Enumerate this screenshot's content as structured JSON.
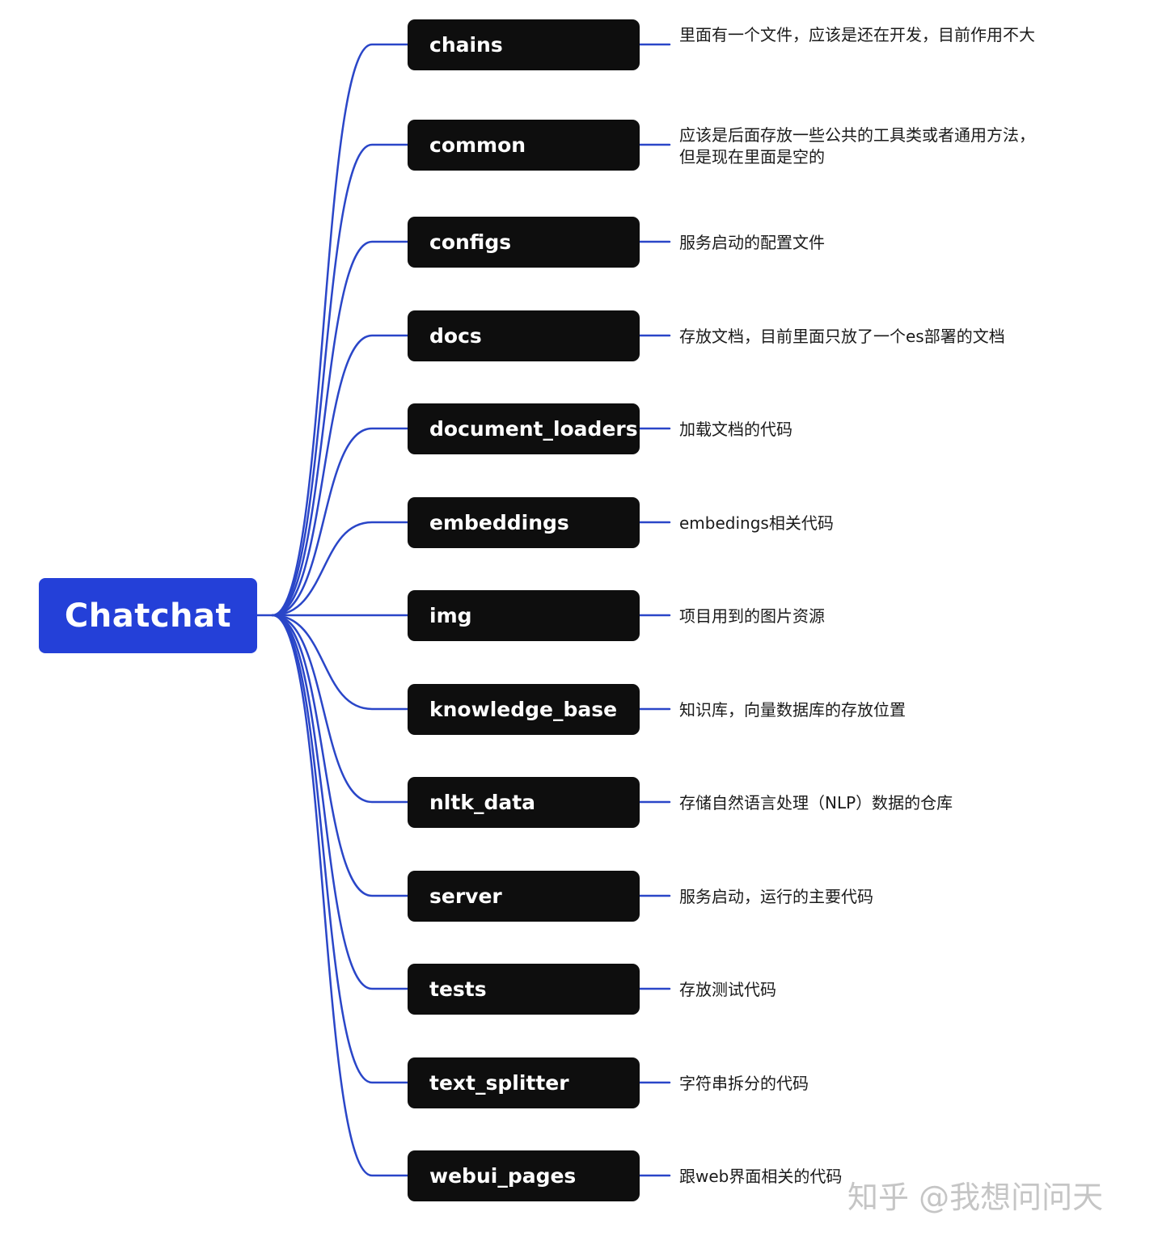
{
  "colors": {
    "root_bg": "#2440d8",
    "node_bg": "#0e0e0e",
    "link": "#2a46c8"
  },
  "root": {
    "label": "Chatchat"
  },
  "children": [
    {
      "label": "chains",
      "desc": "里面有一个文件，应该是还在开发，目前作用不大"
    },
    {
      "label": "common",
      "desc": "应该是后面存放一些公共的工具类或者通用方法，但是现在里面是空的"
    },
    {
      "label": "configs",
      "desc": "服务启动的配置文件"
    },
    {
      "label": "docs",
      "desc": "存放文档，目前里面只放了一个es部署的文档"
    },
    {
      "label": "document_loaders",
      "desc": "加载文档的代码"
    },
    {
      "label": "embeddings",
      "desc": "embedings相关代码"
    },
    {
      "label": "img",
      "desc": "项目用到的图片资源"
    },
    {
      "label": "knowledge_base",
      "desc": "知识库，向量数据库的存放位置"
    },
    {
      "label": "nltk_data",
      "desc": "存储自然语言处理（NLP）数据的仓库"
    },
    {
      "label": "server",
      "desc": "服务启动，运行的主要代码"
    },
    {
      "label": "tests",
      "desc": "存放测试代码"
    },
    {
      "label": "text_splitter",
      "desc": "字符串拆分的代码"
    },
    {
      "label": "webui_pages",
      "desc": "跟web界面相关的代码"
    }
  ],
  "watermark": "知乎 @我想问问天"
}
